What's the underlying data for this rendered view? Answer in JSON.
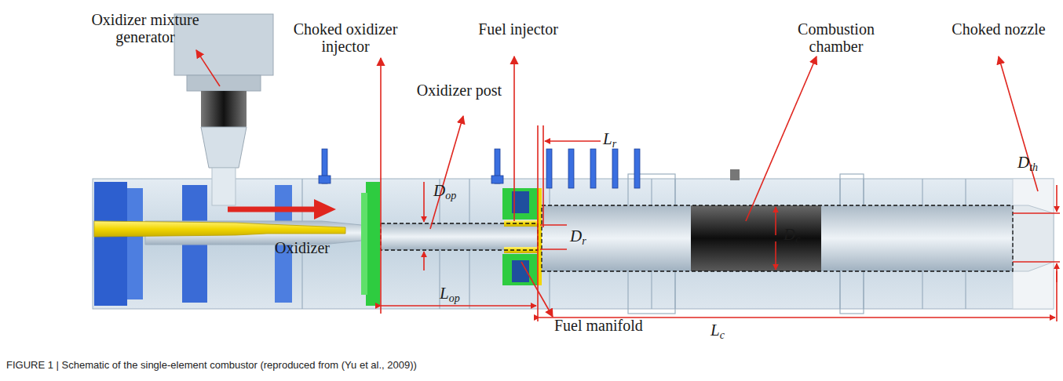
{
  "diagram": {
    "caption": "FIGURE 1 | Schematic of the single-element combustor (reproduced from (Yu et al., 2009))",
    "labels": [
      "Oxidizer mixture generator",
      "Choked oxidizer injector",
      "Oxidizer post",
      "Fuel injector",
      "Combustion chamber",
      "Choked nozzle",
      "Lr",
      "Dop",
      "Dr",
      "Dth",
      "Dc",
      "Oxidizer",
      "Lop",
      "Fuel manifold",
      "Lc"
    ]
  }
}
